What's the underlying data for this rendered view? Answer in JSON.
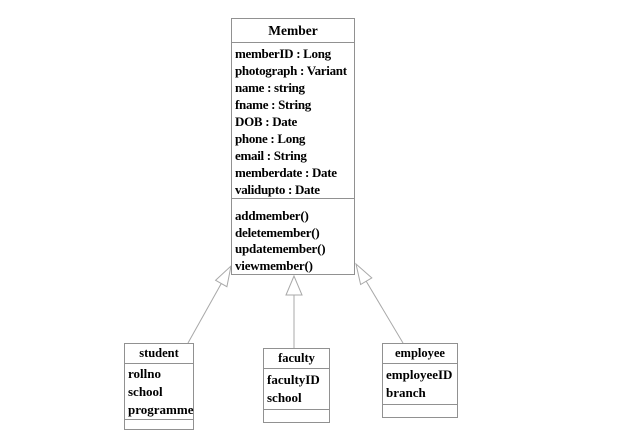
{
  "diagram": {
    "type": "uml-class-diagram",
    "classes": {
      "member": {
        "title": "Member",
        "attributes": [
          "memberID : Long",
          "photograph : Variant",
          "name : string",
          "fname : String",
          "DOB : Date",
          "phone : Long",
          "email : String",
          "memberdate : Date",
          "validupto : Date"
        ],
        "methods": [
          "addmember()",
          "deletemember()",
          "updatemember()",
          "viewmember()"
        ]
      },
      "student": {
        "title": "student",
        "attributes": [
          "rollno",
          "school",
          "programme"
        ],
        "methods": []
      },
      "faculty": {
        "title": "faculty",
        "attributes": [
          "facultyID",
          "school"
        ],
        "methods": []
      },
      "employee": {
        "title": "employee",
        "attributes": [
          "employeeID",
          "branch"
        ],
        "methods": []
      }
    },
    "relationships": [
      {
        "type": "generalization",
        "from": "student",
        "to": "Member"
      },
      {
        "type": "generalization",
        "from": "faculty",
        "to": "Member"
      },
      {
        "type": "generalization",
        "from": "employee",
        "to": "Member"
      }
    ],
    "colors": {
      "box_border": "#919191",
      "connector_line": "#a8a8a8",
      "text": "#000000",
      "background": "#ffffff"
    }
  }
}
